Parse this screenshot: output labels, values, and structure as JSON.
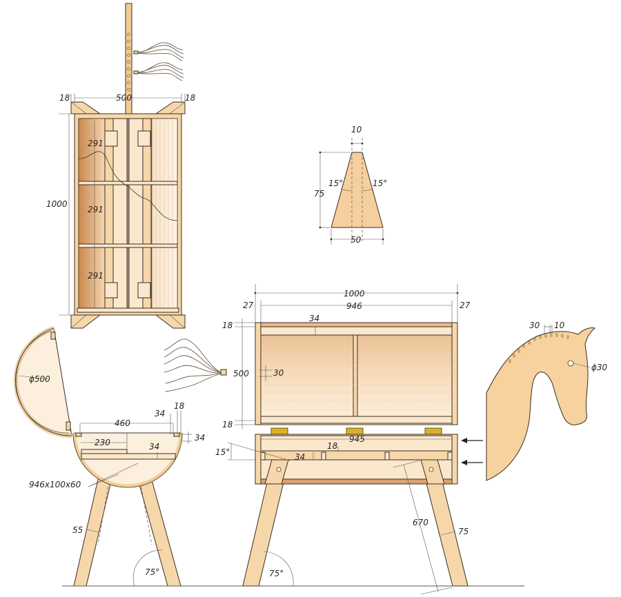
{
  "front_view": {
    "title": "front-view-cabinet",
    "dims": {
      "left_thickness": "18",
      "width": "500",
      "right_thickness": "18",
      "height": "1000",
      "shelf_spacing_1": "291",
      "shelf_spacing_2": "291",
      "shelf_spacing_3": "291"
    }
  },
  "ear_detail": {
    "top_width": "10",
    "height": "75",
    "angle_left": "15°",
    "angle_right": "15°",
    "bottom_width": "50"
  },
  "side_view": {
    "lid_diameter": "ϕ500",
    "inner_width": "460",
    "frame_34": "34",
    "frame_18": "18",
    "rail_34": "34",
    "half_width": "230",
    "base_34": "34",
    "beam_label": "946x100x60",
    "leg_width": "55",
    "leg_angle": "75°"
  },
  "long_view": {
    "overall_length": "1000",
    "end_left": "27",
    "inner_length": "946",
    "end_right": "27",
    "top_rail": "34",
    "lid_top_thickness": "18",
    "lid_height": "500",
    "slat_gap": "30",
    "lid_bottom_thickness": "18",
    "box_inner": "945",
    "ledge_18": "18",
    "ledge_34": "34",
    "tilt_angle": "15°",
    "leg_length": "670",
    "leg_width": "75",
    "leg_angle": "75°"
  },
  "head_view": {
    "slot_spacing": "30",
    "slot_width": "10",
    "eye_hole": "ϕ30"
  },
  "colors": {
    "wood": "#f6d7aa",
    "wood_dark": "#d9a374",
    "hinge": "#d8b22a",
    "line": "#3a3330"
  }
}
